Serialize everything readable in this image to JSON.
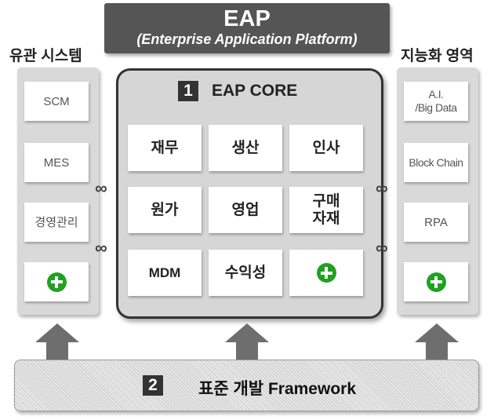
{
  "header": {
    "title": "EAP",
    "subtitle": "(Enterprise Application Platform)"
  },
  "left_panel": {
    "title": "유관 시스템",
    "items": [
      "SCM",
      "MES",
      "경영관리"
    ],
    "add_icon": "plus-circle-icon"
  },
  "right_panel": {
    "title": "지능화 영역",
    "items": [
      "A.I.\n/Big Data",
      "Block Chain",
      "RPA"
    ],
    "add_icon": "plus-circle-icon"
  },
  "core": {
    "number": "1",
    "title": "EAP CORE",
    "modules": [
      "재무",
      "생산",
      "인사",
      "원가",
      "영업",
      "구매\n자재",
      "MDM",
      "수익성"
    ],
    "add_icon": "plus-circle-icon"
  },
  "framework": {
    "number": "2",
    "title": "표준 개발 Framework"
  },
  "link_icon": "infinity-link-icon",
  "colors": {
    "header_bg": "#555555",
    "panel_bg": "#d9d9d9",
    "core_border": "#333333",
    "plus_green": "#21a121",
    "arrow": "#6e6e6e"
  }
}
